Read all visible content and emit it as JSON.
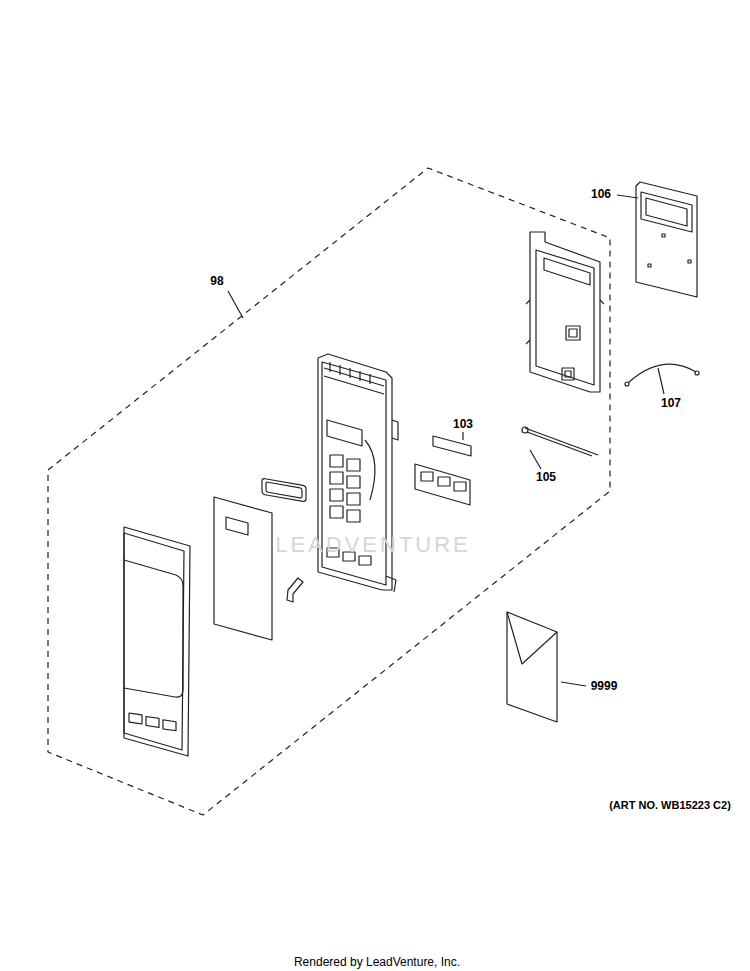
{
  "diagram": {
    "labels": [
      "106",
      "98",
      "107",
      "103",
      "105",
      "LEADVENTURE",
      "9999",
      "(ART NO. WB15223 C2)",
      "Rendered by LeadVenture, Inc."
    ]
  }
}
